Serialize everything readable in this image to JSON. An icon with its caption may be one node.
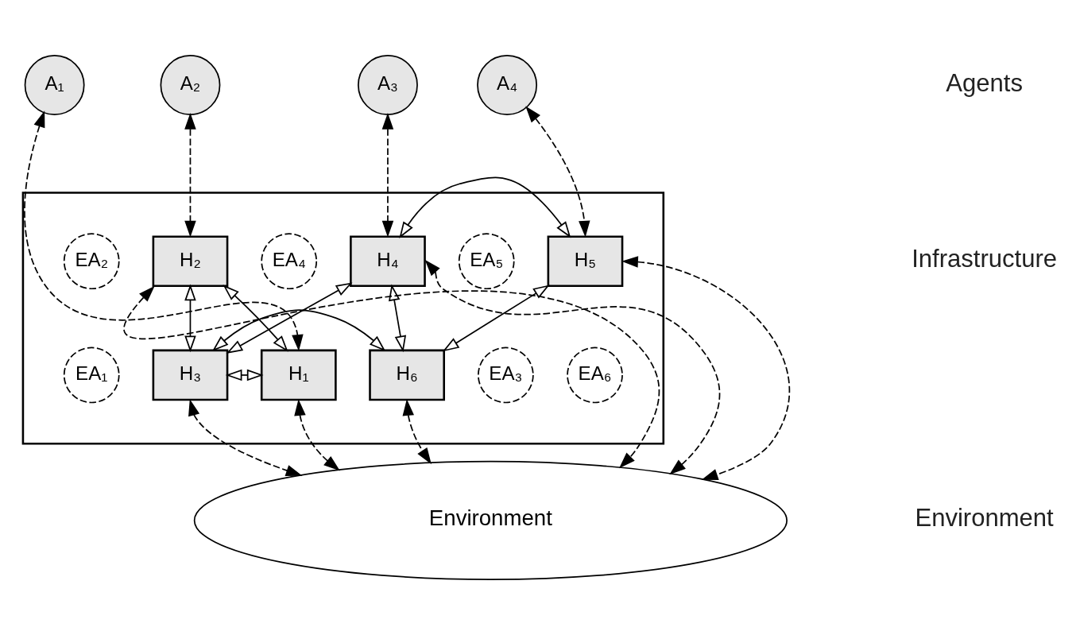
{
  "diagram": {
    "nodes": [
      {
        "text": [
          "A₁"
        ]
      },
      {
        "text": [
          "A₂"
        ]
      },
      {
        "text": [
          "A₃"
        ]
      },
      {
        "text": [
          "A₄"
        ]
      },
      {
        "text": [],
        "shape": "parallelogram"
      },
      {
        "text": [
          "EA₁"
        ],
        "in": 4
      },
      {
        "text": [
          "H₁"
        ],
        "in": 4
      },
      {
        "text": [
          "EA₂"
        ],
        "in": 4
      },
      {
        "text": [
          "H₂"
        ],
        "in": 4
      },
      {
        "text": [
          "EA₃"
        ],
        "in": 4
      },
      {
        "text": [
          "H₃"
        ],
        "in": 4
      },
      {
        "text": [
          "EA₄"
        ],
        "in": 4
      },
      {
        "text": [
          "H₄"
        ],
        "in": 4
      },
      {
        "text": [
          "EA₅"
        ],
        "in": 4
      },
      {
        "text": [
          "H₅"
        ],
        "in": 4
      },
      {
        "text": [
          "EA₆"
        ],
        "in": 4
      },
      {
        "text": [
          "H₆"
        ],
        "in": 4
      },
      {
        "text": [
          "Environment"
        ]
      }
    ],
    "edges": [
      {
        "from": 0,
        "to": 6,
        "arrow": "both",
        "style": "dashed"
      },
      {
        "from": 1,
        "to": 8,
        "arrow": "both",
        "style": "dashed"
      },
      {
        "from": 2,
        "to": 12,
        "arrow": "both",
        "style": "dashed"
      },
      {
        "from": 3,
        "to": 14,
        "arrow": "both",
        "style": "dashed"
      },
      {
        "from": 6,
        "to": 8,
        "arrow": "both"
      },
      {
        "from": 8,
        "to": 10,
        "arrow": "both"
      },
      {
        "from": 10,
        "to": 6,
        "arrow": "both"
      },
      {
        "from": 10,
        "to": 12,
        "arrow": "both"
      },
      {
        "from": 14,
        "to": 12,
        "arrow": "both"
      },
      {
        "from": 12,
        "to": 16,
        "arrow": "both"
      },
      {
        "from": 14,
        "to": 16,
        "arrow": "both"
      },
      {
        "from": 16,
        "to": 10,
        "arrow": "both"
      },
      {
        "from": 17,
        "to": 6,
        "arrow": "both",
        "style": "dashed"
      },
      {
        "from": 17,
        "to": 8,
        "arrow": "both",
        "style": "dashed"
      },
      {
        "from": 17,
        "to": 10,
        "arrow": "both",
        "style": "dashed"
      },
      {
        "from": 17,
        "to": 12,
        "arrow": "both",
        "style": "dashed"
      },
      {
        "from": 17,
        "to": 14,
        "arrow": "both",
        "style": "dashed"
      },
      {
        "from": 17,
        "to": 16,
        "arrow": "both",
        "style": "dashed"
      }
    ],
    "labels": [
      "Agents",
      "Infrastructure",
      "Environment"
    ]
  }
}
